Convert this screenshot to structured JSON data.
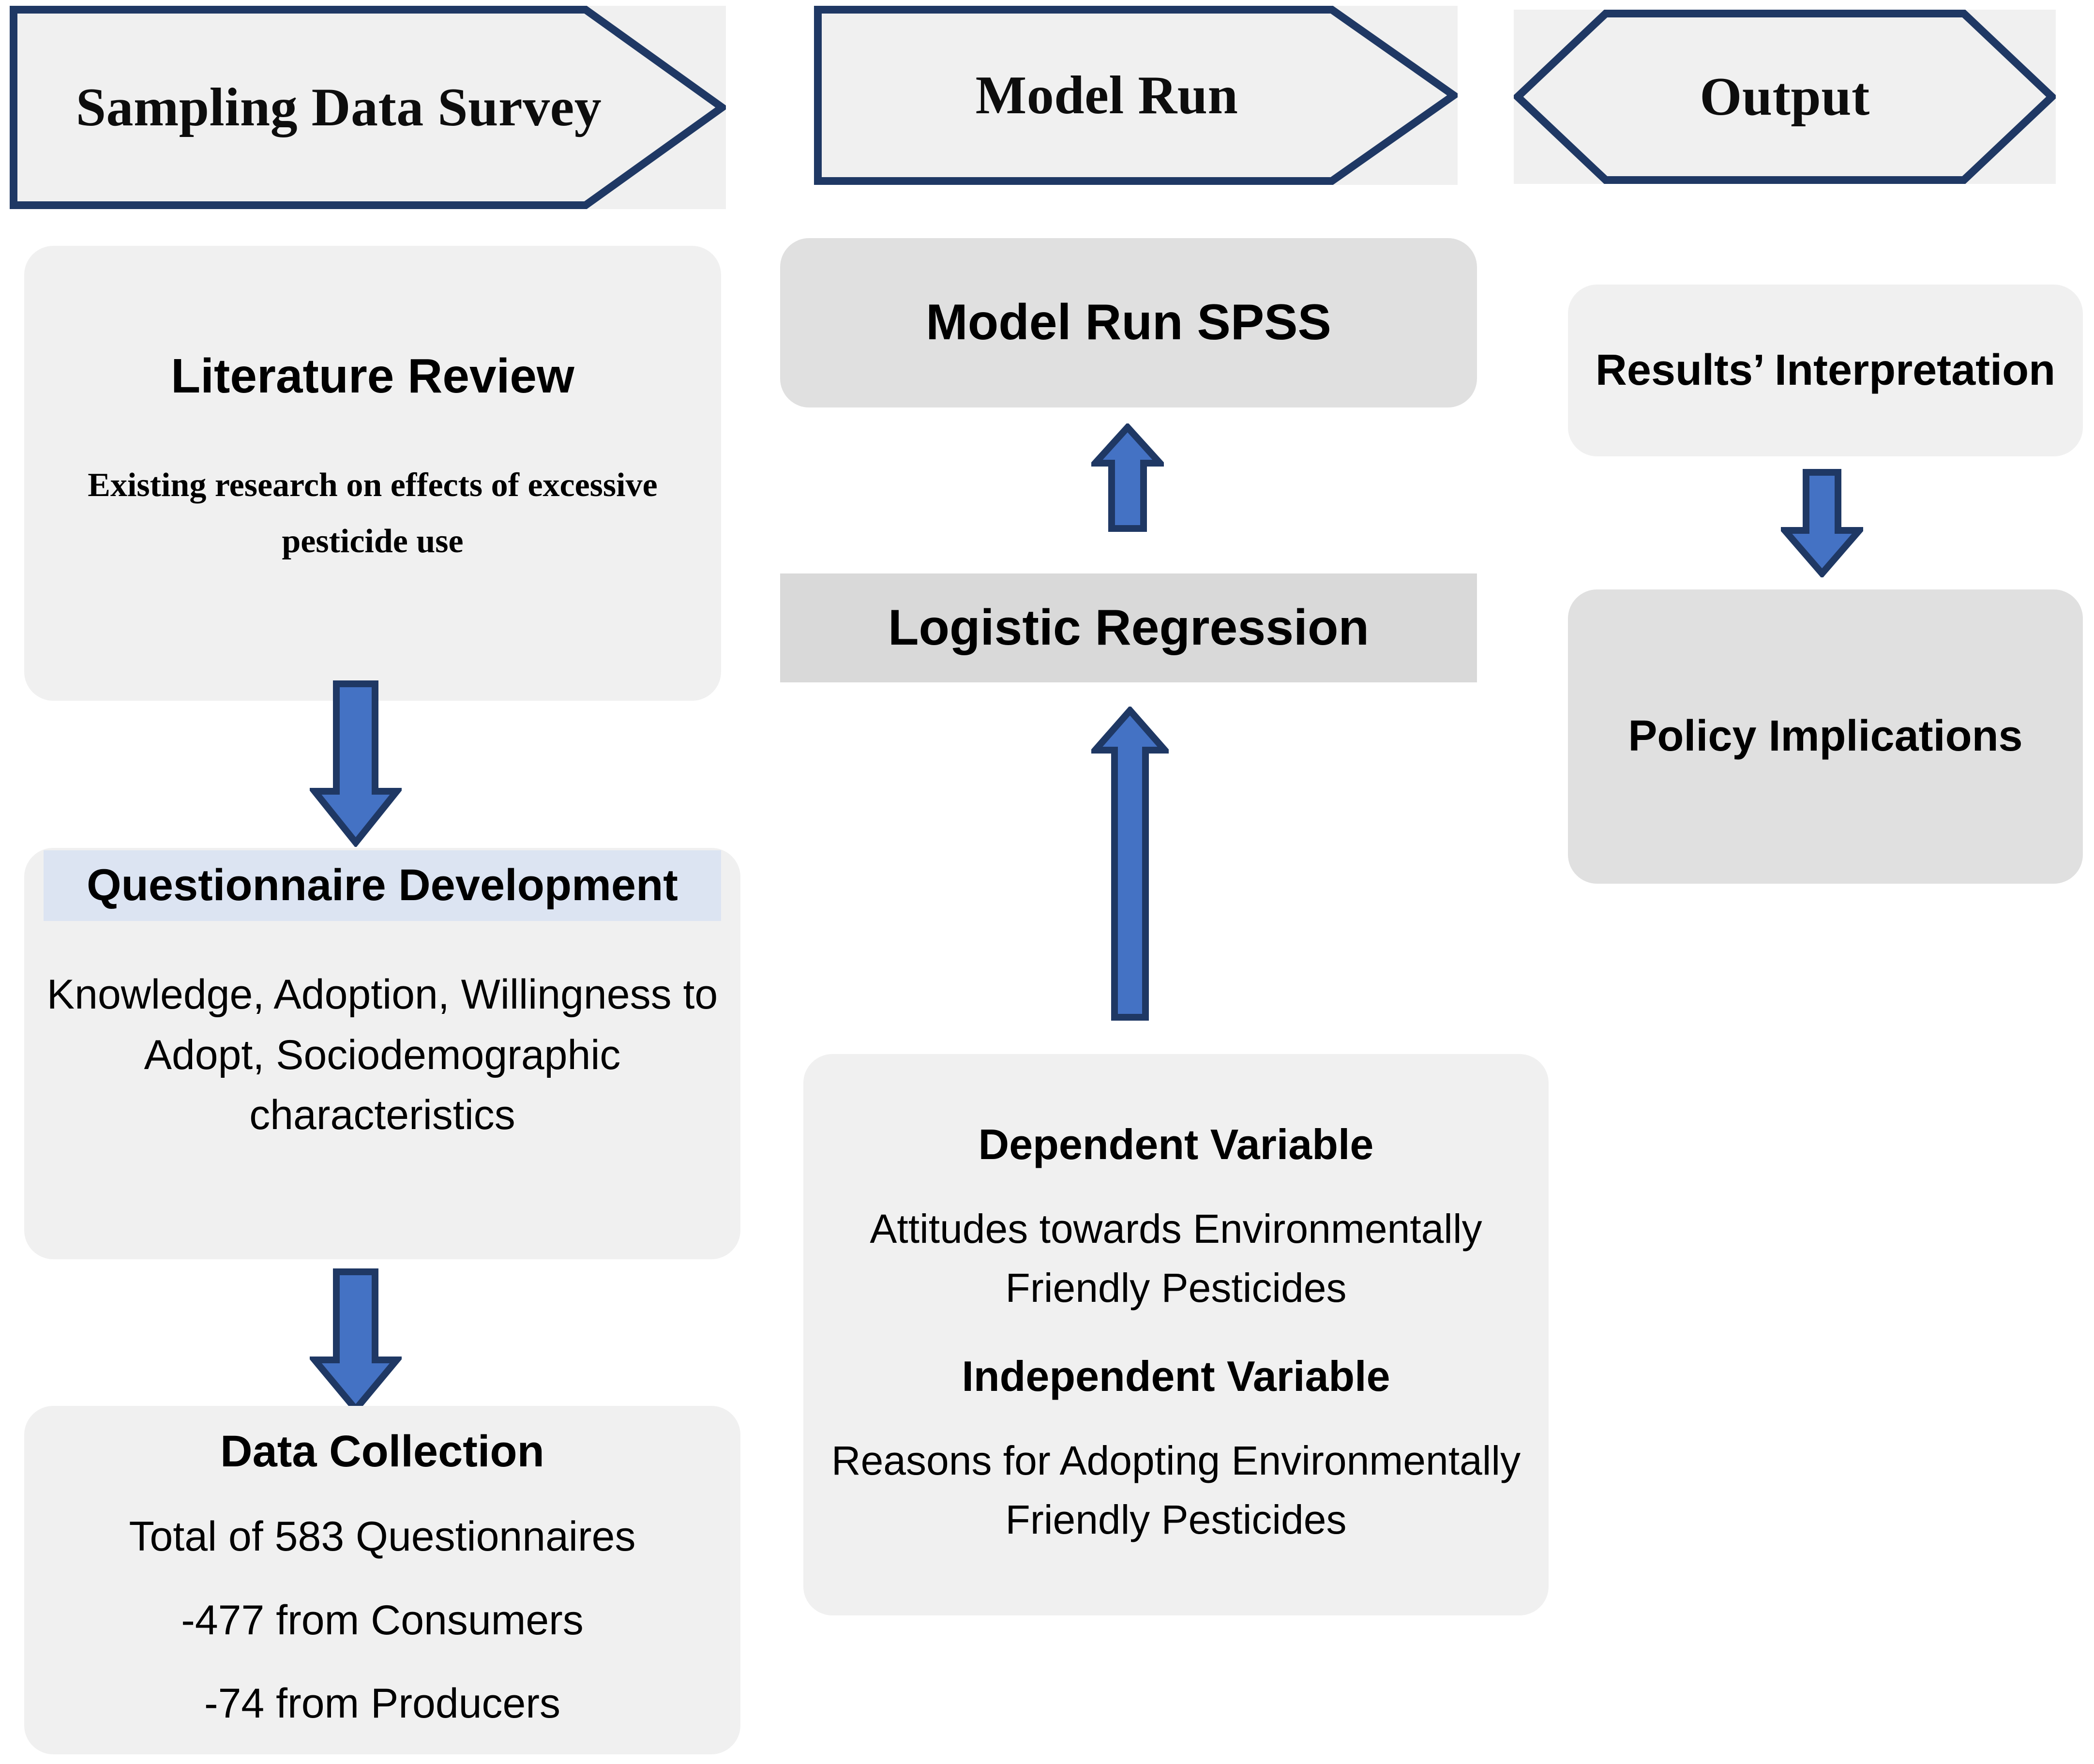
{
  "colors": {
    "banner_fill": "#F0F0F0",
    "banner_stroke": "#1F3864",
    "box_light": "#F0F0F0",
    "box_medium": "#E0E0E0",
    "box_flat": "#D9D9D9",
    "highlight": "#DCE4F2",
    "arrow_fill": "#4472C4",
    "arrow_stroke": "#1F3864",
    "text": "#000000"
  },
  "headers": [
    {
      "label": "Sampling Data Survey",
      "shape": "chevron-right"
    },
    {
      "label": "Model Run",
      "shape": "chevron-right"
    },
    {
      "label": "Output",
      "shape": "hexagon"
    }
  ],
  "columns": {
    "sampling": {
      "literature_review": {
        "title": "Literature Review",
        "body": "Existing research on effects of excessive pesticide use"
      },
      "questionnaire_development": {
        "title": "Questionnaire Development",
        "body": "Knowledge, Adoption, Willingness to Adopt, Sociodemographic characteristics"
      },
      "data_collection": {
        "title": "Data Collection",
        "line1": "Total of 583 Questionnaires",
        "line2": "-477 from Consumers",
        "line3": "-74 from Producers"
      }
    },
    "model_run": {
      "model_run_spss": {
        "title": "Model Run SPSS"
      },
      "logistic_regression": {
        "title": "Logistic Regression"
      },
      "variables": {
        "dependent_title": "Dependent Variable",
        "dependent_body": "Attitudes towards Environmentally Friendly Pesticides",
        "independent_title": "Independent Variable",
        "independent_body": "Reasons for Adopting Environmentally Friendly Pesticides"
      }
    },
    "output": {
      "results_interpretation": {
        "title": "Results’ Interpretation"
      },
      "policy_implications": {
        "title": "Policy Implications"
      }
    }
  },
  "arrows": [
    {
      "name": "literature-to-questionnaire",
      "direction": "down"
    },
    {
      "name": "questionnaire-to-data-collection",
      "direction": "down"
    },
    {
      "name": "logistic-to-model-run-spss",
      "direction": "up"
    },
    {
      "name": "variables-to-logistic",
      "direction": "up"
    },
    {
      "name": "results-to-policy",
      "direction": "down"
    }
  ]
}
